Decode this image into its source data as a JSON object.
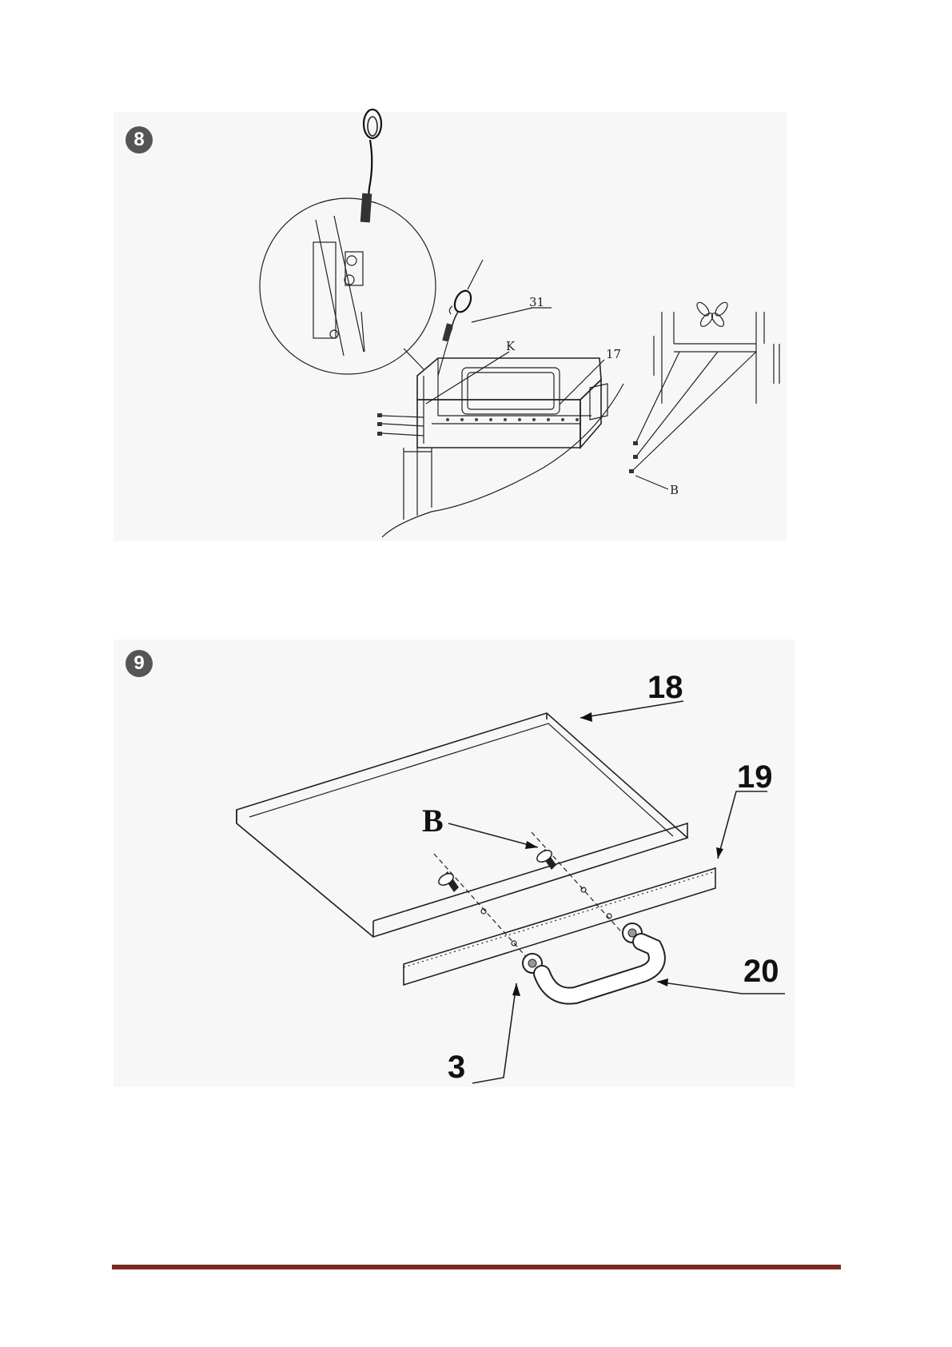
{
  "steps": [
    {
      "number": "8",
      "labels": {
        "part_31": "31",
        "part_k": "K",
        "part_17": "17",
        "part_b": "B"
      }
    },
    {
      "number": "9",
      "labels": {
        "part_18": "18",
        "part_19": "19",
        "part_20": "20",
        "part_3": "3",
        "part_b": "B"
      }
    }
  ],
  "colors": {
    "footer_rule": "#7a2a22",
    "badge": "#555555"
  }
}
